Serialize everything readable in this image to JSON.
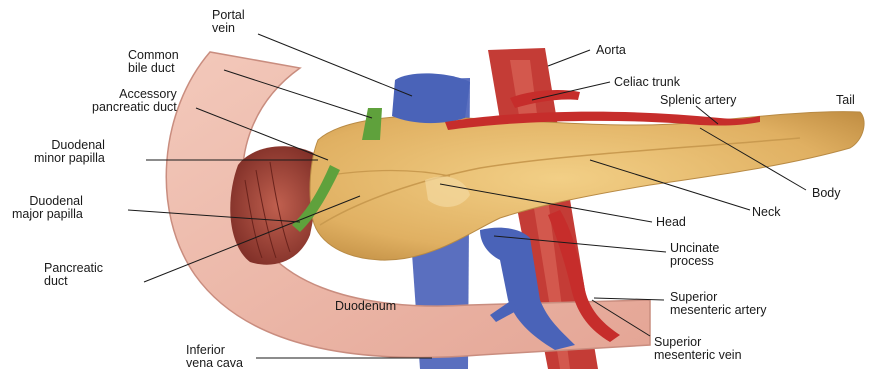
{
  "labels": {
    "portal_vein": [
      "Portal",
      "vein"
    ],
    "common_bile_duct": [
      "Common",
      "bile duct"
    ],
    "accessory_pancreatic_duct": [
      "Accessory",
      "pancreatic duct"
    ],
    "duodenal_minor_papilla": [
      "Duodenal",
      "minor papilla"
    ],
    "duodenal_major_papilla": [
      "Duodenal",
      "major papilla"
    ],
    "pancreatic_duct": [
      "Pancreatic",
      "duct"
    ],
    "inferior_vena_cava": [
      "Inferior",
      "vena cava"
    ],
    "aorta": "Aorta",
    "celiac_trunk": "Celiac trunk",
    "splenic_artery": "Splenic artery",
    "tail": "Tail",
    "body": "Body",
    "neck": "Neck",
    "head": "Head",
    "uncinate_process": [
      "Uncinate",
      "process"
    ],
    "superior_mesenteric_artery": [
      "Superior",
      "mesenteric artery"
    ],
    "superior_mesenteric_vein": [
      "Superior",
      "mesenteric vein"
    ],
    "duodenum": "Duodenum"
  },
  "colors": {
    "pancreas": "#e3b764",
    "duodenum": "#edb8a8",
    "duodenal_lumen": "#a8483c",
    "vein": "#4a63b8",
    "artery": "#c62d2b",
    "bile_duct": "#5fa13c",
    "label_line": "#1a1a1a"
  }
}
